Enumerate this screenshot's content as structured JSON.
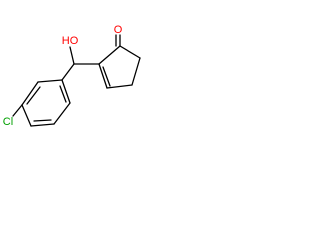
{
  "molecule": {
    "atoms": {
      "oxygen_carbonyl": "O",
      "hydroxyl": "HO",
      "chlorine": "Cl"
    },
    "colors": {
      "bond": "#000000",
      "oxygen": "#ff0000",
      "chlorine": "#00a000",
      "hydrogen": "#000000"
    }
  }
}
